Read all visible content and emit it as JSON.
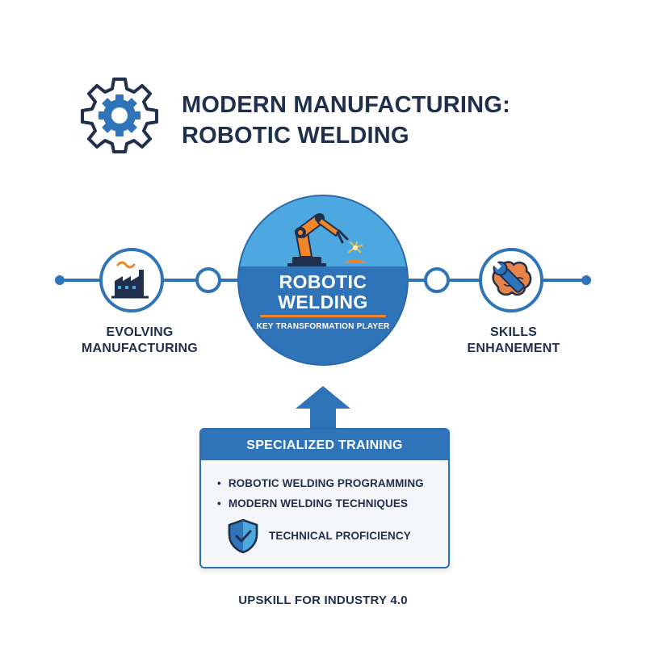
{
  "header": {
    "title_line1": "MODERN MANUFACTURING:",
    "title_line2": "ROBOTIC WELDING",
    "logo_icon": "gear-icon"
  },
  "timeline": {
    "left_node": {
      "icon": "factory-icon",
      "label_line1": "EVOLVING",
      "label_line2": "MANUFACTURING"
    },
    "hub": {
      "icon": "robotic-arm-icon",
      "title_line1": "ROBOTIC",
      "title_line2": "WELDING",
      "subtitle": "KEY TRANSFORMATION PLAYER"
    },
    "right_node": {
      "icon": "brain-wrench-icon",
      "label_line1": "SKILLS",
      "label_line2": "ENHANEMENT"
    }
  },
  "training": {
    "heading": "SPECIALIZED TRAINING",
    "bullet_glyph": "•",
    "items": [
      "ROBOTIC WELDING PROGRAMMING",
      "MODERN WELDING TECHNIQUES"
    ],
    "badge_icon": "shield-check-icon",
    "badge_label": "TECHNICAL PROFICIENCY"
  },
  "footer": {
    "text": "UPSKILL FOR INDUSTRY 4.0"
  },
  "colors": {
    "primary_blue": "#2f73b8",
    "dark_navy": "#1f2f4c",
    "accent_orange": "#f0852a",
    "sky_blue": "#4ea8e0"
  }
}
